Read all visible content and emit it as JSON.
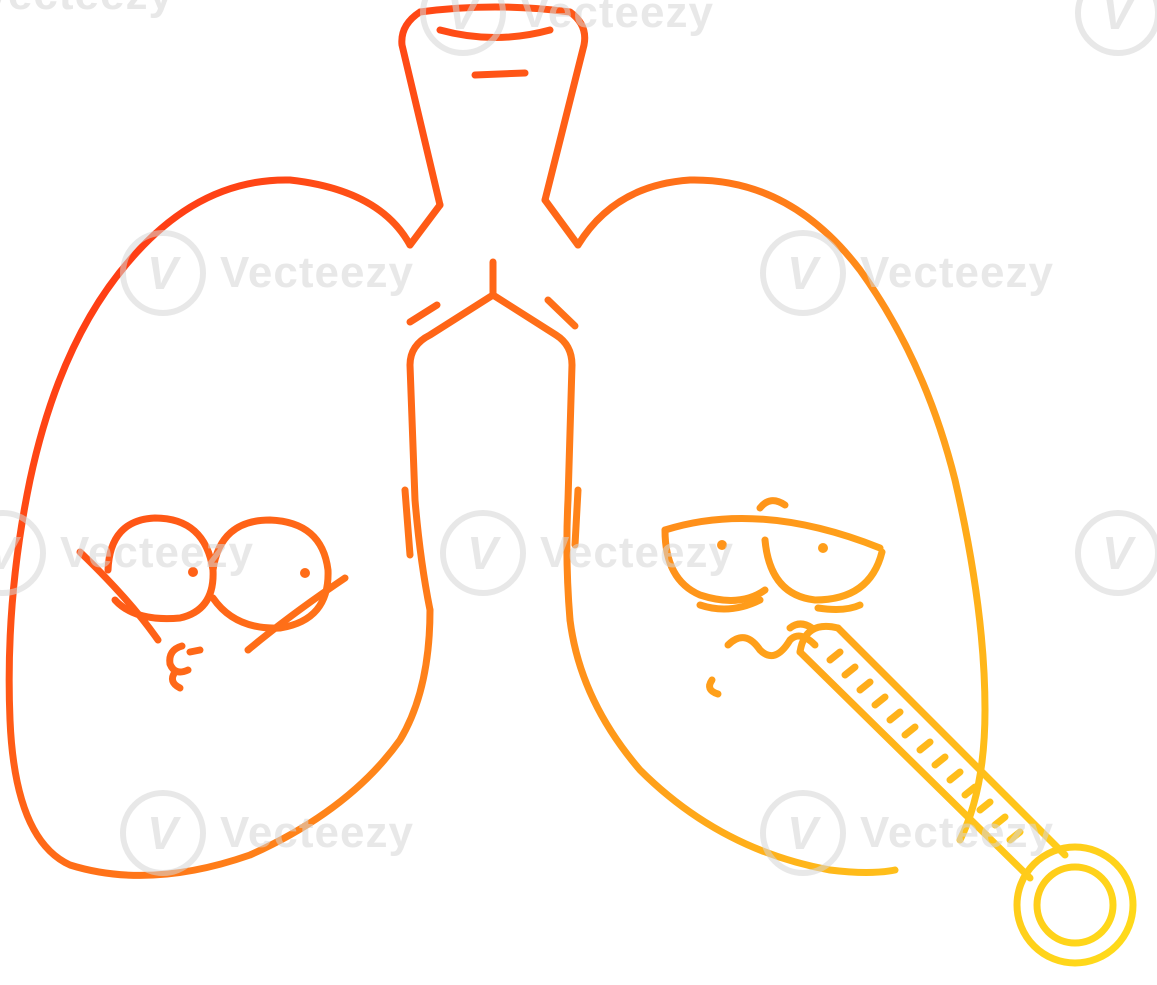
{
  "image": {
    "subject": "Cartoon lungs with a surprised face on the left lung and a sick face with a thermometer on the right lung",
    "style": "single-weight line drawing with red-to-yellow diagonal gradient stroke",
    "colors": {
      "gradient_start": "#ff1a12",
      "gradient_mid": "#ff8c1a",
      "gradient_end": "#ffe01a",
      "background": "#ffffff",
      "watermark": "#d6d6d6"
    }
  },
  "watermark": {
    "text": "Vecteezy",
    "logo_glyph": "V"
  }
}
